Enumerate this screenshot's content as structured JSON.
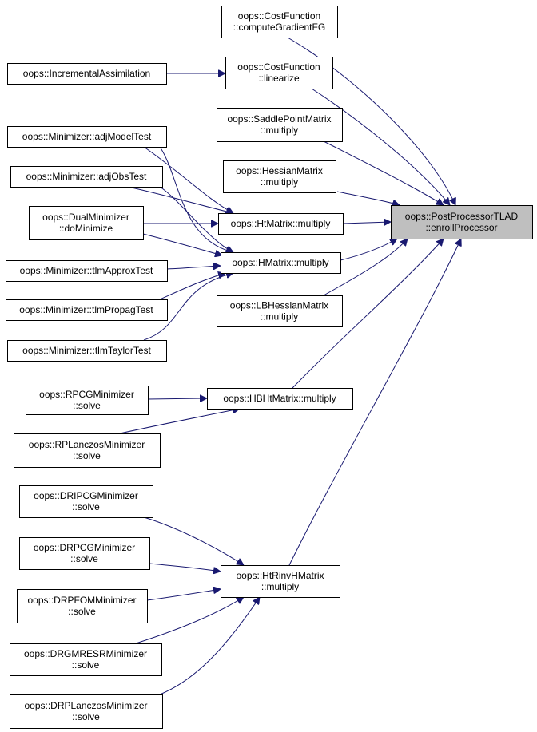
{
  "diagram": {
    "nodes": [
      {
        "id": "target",
        "lines": [
          "oops::PostProcessorTLAD",
          "::enrollProcessor"
        ],
        "focus": true
      },
      {
        "id": "cf_grad",
        "lines": [
          "oops::CostFunction",
          "::computeGradientFG"
        ]
      },
      {
        "id": "incr",
        "lines": [
          "oops::IncrementalAssimilation"
        ]
      },
      {
        "id": "cf_lin",
        "lines": [
          "oops::CostFunction",
          "::linearize"
        ]
      },
      {
        "id": "spm",
        "lines": [
          "oops::SaddlePointMatrix",
          "::multiply"
        ]
      },
      {
        "id": "adjmodel",
        "lines": [
          "oops::Minimizer::adjModelTest"
        ]
      },
      {
        "id": "hess",
        "lines": [
          "oops::HessianMatrix",
          "::multiply"
        ]
      },
      {
        "id": "adjobs",
        "lines": [
          "oops::Minimizer::adjObsTest"
        ]
      },
      {
        "id": "dualmin",
        "lines": [
          "oops::DualMinimizer",
          "::doMinimize"
        ]
      },
      {
        "id": "ht",
        "lines": [
          "oops::HtMatrix::multiply"
        ]
      },
      {
        "id": "h",
        "lines": [
          "oops::HMatrix::multiply"
        ]
      },
      {
        "id": "tlmapprox",
        "lines": [
          "oops::Minimizer::tlmApproxTest"
        ]
      },
      {
        "id": "tlmpropag",
        "lines": [
          "oops::Minimizer::tlmPropagTest"
        ]
      },
      {
        "id": "lbhess",
        "lines": [
          "oops::LBHessianMatrix",
          "::multiply"
        ]
      },
      {
        "id": "tlmtaylor",
        "lines": [
          "oops::Minimizer::tlmTaylorTest"
        ]
      },
      {
        "id": "rpcg",
        "lines": [
          "oops::RPCGMinimizer",
          "::solve"
        ]
      },
      {
        "id": "hbht",
        "lines": [
          "oops::HBHtMatrix::multiply"
        ]
      },
      {
        "id": "rplanczos",
        "lines": [
          "oops::RPLanczosMinimizer",
          "::solve"
        ]
      },
      {
        "id": "dripcg",
        "lines": [
          "oops::DRIPCGMinimizer",
          "::solve"
        ]
      },
      {
        "id": "drpcg",
        "lines": [
          "oops::DRPCGMinimizer",
          "::solve"
        ]
      },
      {
        "id": "htrinvh",
        "lines": [
          "oops::HtRinvHMatrix",
          "::multiply"
        ]
      },
      {
        "id": "drpfom",
        "lines": [
          "oops::DRPFOMMinimizer",
          "::solve"
        ]
      },
      {
        "id": "drgmresr",
        "lines": [
          "oops::DRGMRESRMinimizer",
          "::solve"
        ]
      },
      {
        "id": "drplanczos",
        "lines": [
          "oops::DRPLanczosMinimizer",
          "::solve"
        ]
      }
    ],
    "edges": [
      {
        "from": "cf_grad",
        "to": "target"
      },
      {
        "from": "incr",
        "to": "cf_lin"
      },
      {
        "from": "cf_lin",
        "to": "target"
      },
      {
        "from": "spm",
        "to": "target"
      },
      {
        "from": "hess",
        "to": "target"
      },
      {
        "from": "ht",
        "to": "target"
      },
      {
        "from": "h",
        "to": "target"
      },
      {
        "from": "lbhess",
        "to": "target"
      },
      {
        "from": "hbht",
        "to": "target"
      },
      {
        "from": "htrinvh",
        "to": "target"
      },
      {
        "from": "adjmodel",
        "to": "ht"
      },
      {
        "from": "adjmodel",
        "to": "h"
      },
      {
        "from": "adjobs",
        "to": "ht"
      },
      {
        "from": "adjobs",
        "to": "h"
      },
      {
        "from": "dualmin",
        "to": "ht"
      },
      {
        "from": "dualmin",
        "to": "h"
      },
      {
        "from": "tlmapprox",
        "to": "h"
      },
      {
        "from": "tlmpropag",
        "to": "h"
      },
      {
        "from": "tlmtaylor",
        "to": "h"
      },
      {
        "from": "rpcg",
        "to": "hbht"
      },
      {
        "from": "rplanczos",
        "to": "hbht"
      },
      {
        "from": "dripcg",
        "to": "htrinvh"
      },
      {
        "from": "drpcg",
        "to": "htrinvh"
      },
      {
        "from": "drpfom",
        "to": "htrinvh"
      },
      {
        "from": "drgmresr",
        "to": "htrinvh"
      },
      {
        "from": "drplanczos",
        "to": "htrinvh"
      }
    ],
    "colors": {
      "edge": "#191970",
      "focus_fill": "#bfbfbf",
      "node_fill": "#ffffff",
      "border": "#000000"
    }
  }
}
